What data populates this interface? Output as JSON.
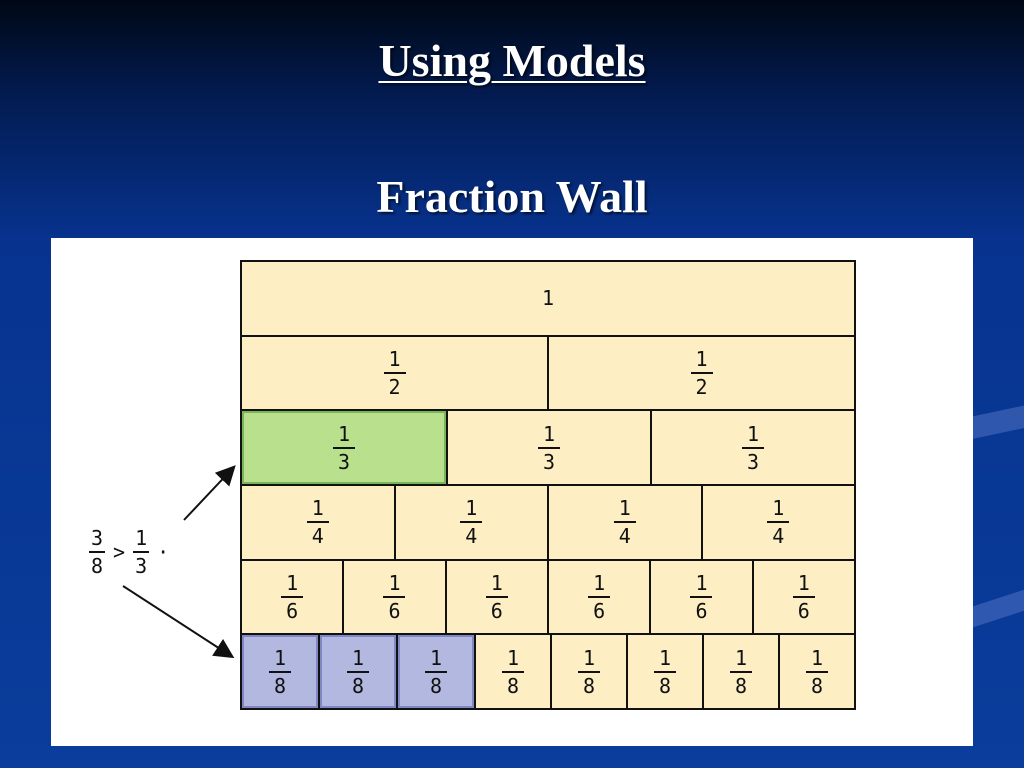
{
  "slide": {
    "title": "Using Models",
    "subtitle": "Fraction Wall"
  },
  "comparison": {
    "left_num": "3",
    "left_den": "8",
    "symbol": ">",
    "right_num": "1",
    "right_den": "3",
    "trail": "·"
  },
  "wall": {
    "rows": [
      {
        "cells": [
          {
            "whole": "1"
          }
        ]
      },
      {
        "cells": [
          {
            "num": "1",
            "den": "2"
          },
          {
            "num": "1",
            "den": "2"
          }
        ]
      },
      {
        "cells": [
          {
            "num": "1",
            "den": "3",
            "highlight": "green"
          },
          {
            "num": "1",
            "den": "3"
          },
          {
            "num": "1",
            "den": "3"
          }
        ]
      },
      {
        "cells": [
          {
            "num": "1",
            "den": "4"
          },
          {
            "num": "1",
            "den": "4"
          },
          {
            "num": "1",
            "den": "4"
          },
          {
            "num": "1",
            "den": "4"
          }
        ]
      },
      {
        "cells": [
          {
            "num": "1",
            "den": "6"
          },
          {
            "num": "1",
            "den": "6"
          },
          {
            "num": "1",
            "den": "6"
          },
          {
            "num": "1",
            "den": "6"
          },
          {
            "num": "1",
            "den": "6"
          },
          {
            "num": "1",
            "den": "6"
          }
        ]
      },
      {
        "cells": [
          {
            "num": "1",
            "den": "8",
            "highlight": "blue"
          },
          {
            "num": "1",
            "den": "8",
            "highlight": "blue"
          },
          {
            "num": "1",
            "den": "8",
            "highlight": "blue"
          },
          {
            "num": "1",
            "den": "8"
          },
          {
            "num": "1",
            "den": "8"
          },
          {
            "num": "1",
            "den": "8"
          },
          {
            "num": "1",
            "den": "8"
          },
          {
            "num": "1",
            "den": "8"
          }
        ]
      }
    ]
  },
  "colors": {
    "cell": "#fdeec4",
    "highlight_green": "#b9e08d",
    "highlight_blue": "#b3b8e0"
  }
}
